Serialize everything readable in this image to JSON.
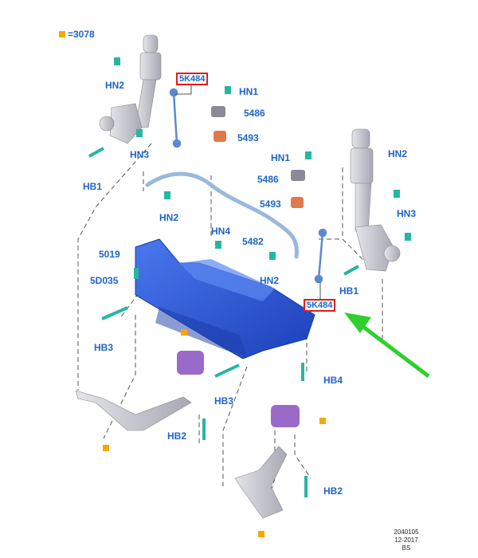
{
  "legend": {
    "symbol": "orange-square",
    "text": "=3078",
    "color": "#f4a800"
  },
  "labels": {
    "hn2_top_left": "HN2",
    "hn3_left": "HN3",
    "hb1_left": "HB1",
    "code_5k484_top": "5K484",
    "hn1_top": "HN1",
    "p5486_top": "5486",
    "p5493_top": "5493",
    "hn2_mid": "HN2",
    "hn4": "HN4",
    "p5482": "5482",
    "p5019": "5019",
    "p5d035": "5D035",
    "hb3_left": "HB3",
    "hn1_right": "HN1",
    "p5486_right": "5486",
    "p5493_right": "5493",
    "hn2_right_mid": "HN2",
    "hn2_right_top": "HN2",
    "hn3_right": "HN3",
    "hb1_right": "HB1",
    "code_5k484_right": "5K484",
    "hb4": "HB4",
    "hb3_bottom": "HB3",
    "hb2_left": "HB2",
    "hb2_right": "HB2"
  },
  "stamp": {
    "number": "2040105",
    "date": "12-2017",
    "code": "BS"
  },
  "colors": {
    "label": "#1e64c8",
    "subframe": "#2a55d8",
    "highlight_box": "#e01b1b",
    "arrow": "#2dd02d",
    "fastener": "#27b6a2",
    "bushing_orange": "#e07a4a",
    "bushing_purple": "#9a6ac8",
    "component_gray": "#c8c8d0"
  }
}
